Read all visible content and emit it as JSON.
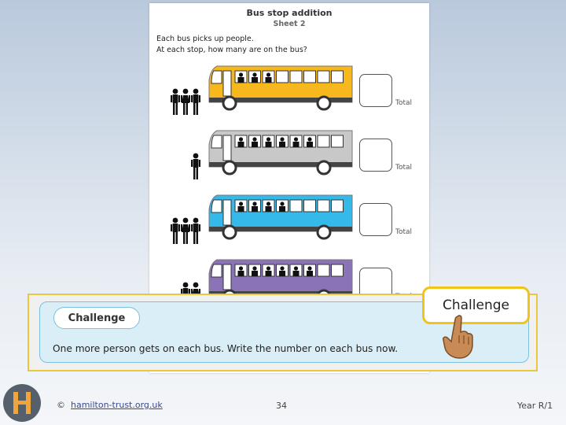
{
  "worksheet": {
    "title": "Bus stop addition",
    "subtitle": "Sheet 2",
    "instruction_line1": "Each bus picks up people.",
    "instruction_line2": "At each stop, how many are on the bus?",
    "total_label": "Total",
    "buses": [
      {
        "color": "#f7b81d",
        "people_waiting": 3,
        "passengers": 3
      },
      {
        "color": "#c8c8c8",
        "people_waiting": 1,
        "passengers": 6
      },
      {
        "color": "#35b8ea",
        "people_waiting": 3,
        "passengers": 4
      },
      {
        "color": "#8b73b8",
        "people_waiting": 2,
        "passengers": 6
      }
    ]
  },
  "challenge": {
    "heading": "Challenge",
    "text": "One more person gets on each bus. Write the number on each bus now."
  },
  "badge": {
    "label": "Challenge"
  },
  "footer": {
    "copyright": "©",
    "link": "hamilton-trust.org.uk",
    "page_number": "34",
    "year": "Year R/1"
  }
}
